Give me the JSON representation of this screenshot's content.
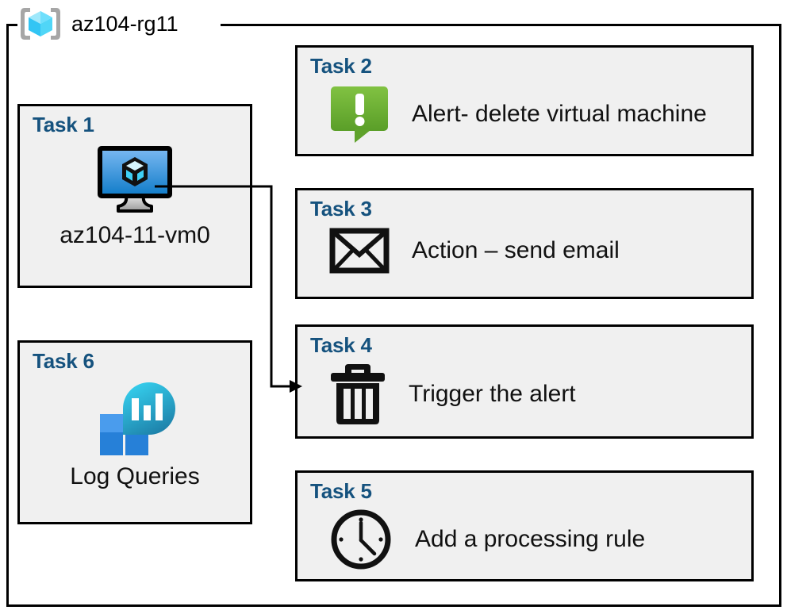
{
  "resource_group": {
    "name": "az104-rg11",
    "icon": "azure-resource-group-icon"
  },
  "theme": {
    "card_background": "#f0f0f0",
    "card_border": "#000000",
    "task_label_color": "#15527e",
    "alert_green_light": "#7dc242",
    "alert_green_dark": "#5a9e28",
    "vm_blue_light": "#5ea8ef",
    "vm_blue_dark": "#0f7bc8",
    "log_square_blue": "#2680d8",
    "log_square_blue_light": "#4a9ced",
    "log_teal_light": "#2ecbe8",
    "log_teal_dark": "#1d7fa8"
  },
  "tasks": [
    {
      "id": "task1",
      "label": "Task 1",
      "caption": "az104-11-vm0",
      "icon": "virtual-machine-icon"
    },
    {
      "id": "task2",
      "label": "Task 2",
      "text": "Alert- delete virtual machine",
      "icon": "alert-exclamation-icon"
    },
    {
      "id": "task3",
      "label": "Task 3",
      "text": "Action – send email",
      "icon": "envelope-icon"
    },
    {
      "id": "task4",
      "label": "Task 4",
      "text": "Trigger the alert",
      "icon": "trash-icon"
    },
    {
      "id": "task5",
      "label": "Task 5",
      "text": "Add a processing rule",
      "icon": "clock-icon"
    },
    {
      "id": "task6",
      "label": "Task 6",
      "caption": "Log Queries",
      "icon": "log-analytics-icon"
    }
  ],
  "connector": {
    "from": "task1-virtual-machine-icon",
    "to": "task4",
    "arrow": "arrowhead-right"
  }
}
